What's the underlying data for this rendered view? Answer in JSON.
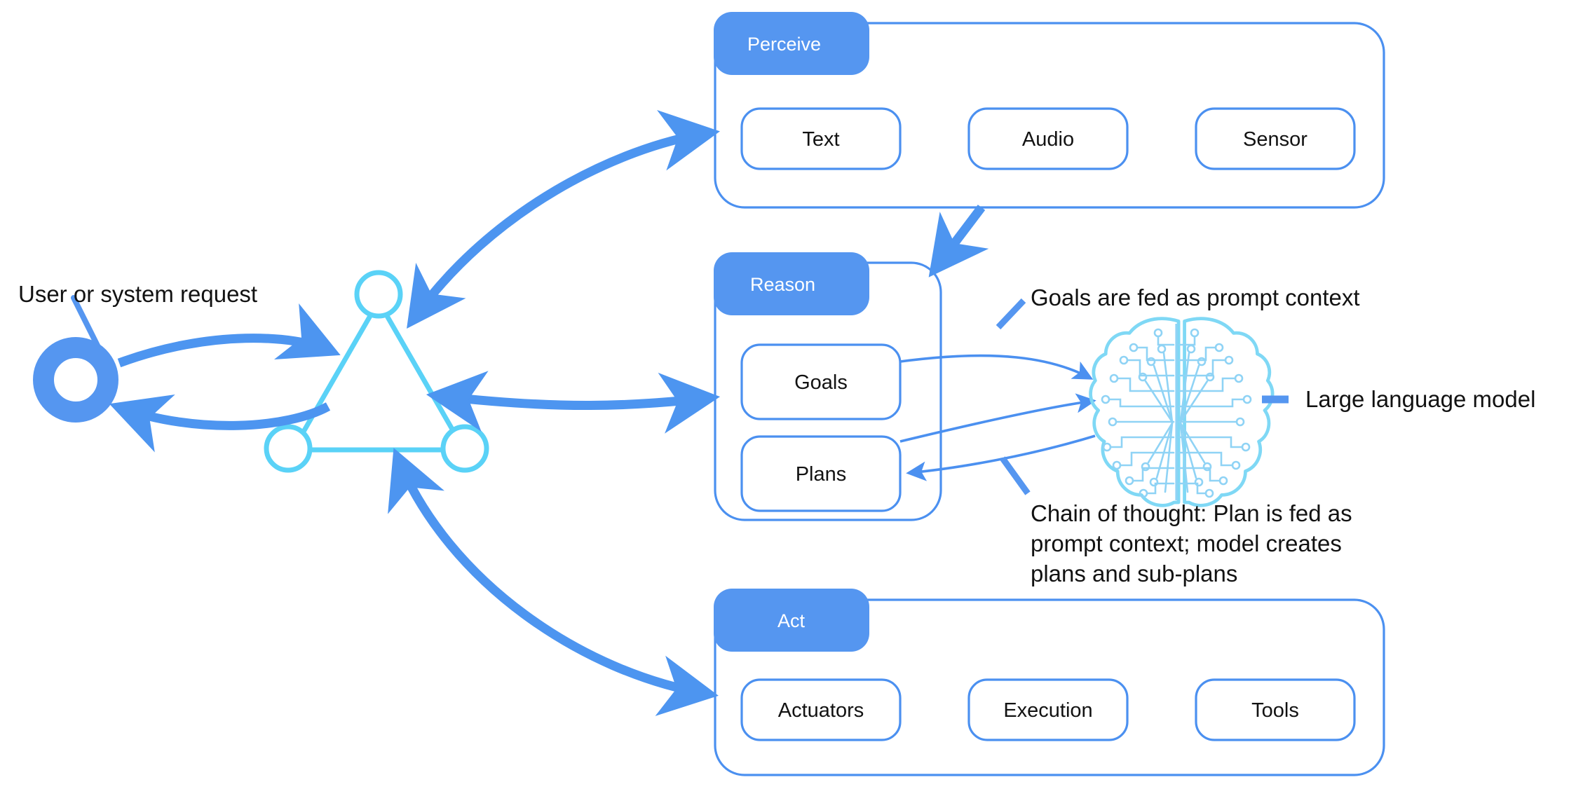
{
  "diagram": {
    "title": "Agent perceive-reason-act loop with large language model",
    "colors": {
      "header_blue": "#5596f0",
      "outline_blue": "#4b90f0",
      "arrow_blue": "#4d95f0",
      "triangle_cyan": "#5ad2f7",
      "brain_cyan": "#7fd8f5",
      "brain_circuit": "#8fd3f5",
      "text_black": "#121212",
      "background": "#ffffff"
    }
  },
  "left": {
    "request_label": "User or system request",
    "request_node_name": "donut-ring"
  },
  "agent": {
    "name": "agent-triangle",
    "nodes": [
      "top-node",
      "bottom-left-node",
      "bottom-right-node"
    ]
  },
  "groups": [
    {
      "id": "perceive",
      "header": "Perceive",
      "items": [
        "Text",
        "Audio",
        "Sensor"
      ]
    },
    {
      "id": "reason",
      "header": "Reason",
      "items": [
        "Goals",
        "Plans"
      ]
    },
    {
      "id": "act",
      "header": "Act",
      "items": [
        "Actuators",
        "Execution",
        "Tools"
      ]
    }
  ],
  "brain": {
    "name": "brain-circuit-icon",
    "legend_label": "Large language model"
  },
  "annotations": {
    "goals_note": "Goals are fed as prompt context",
    "cot_note_line1": "Chain of thought: Plan is fed as",
    "cot_note_line2": "prompt context; model creates",
    "cot_note_line3": "plans and sub-plans"
  }
}
